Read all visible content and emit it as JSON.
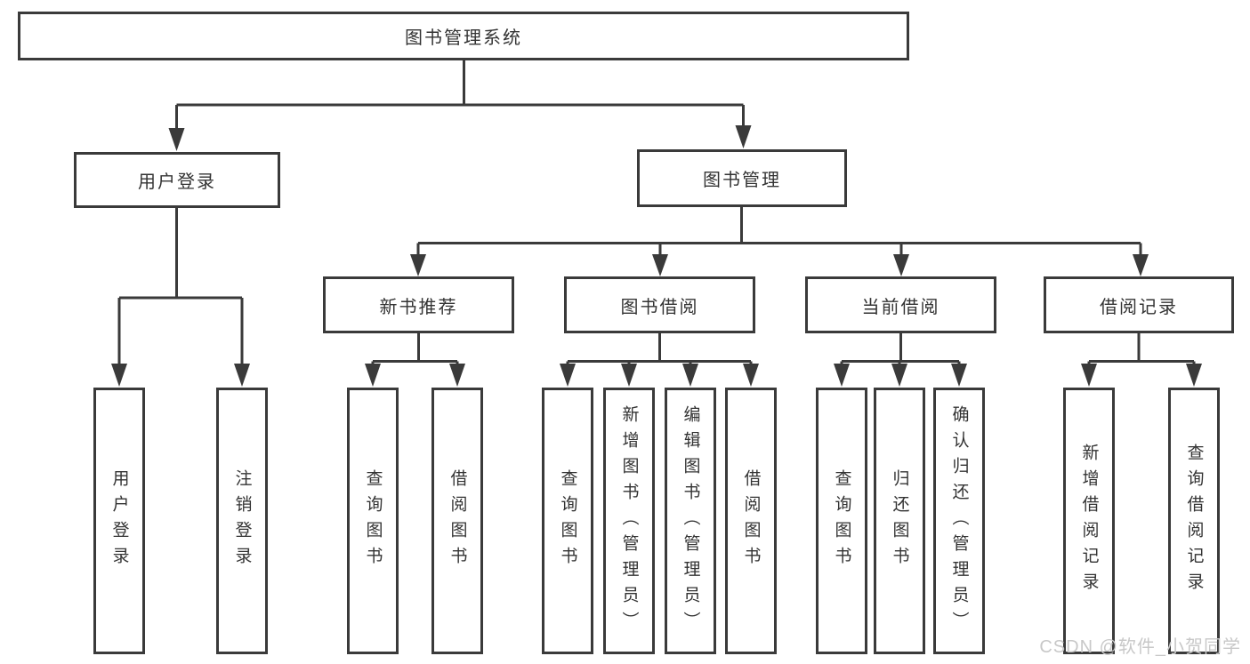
{
  "diagram": {
    "root": {
      "label": "图书管理系统"
    },
    "level2": [
      {
        "label": "用户登录"
      },
      {
        "label": "图书管理"
      }
    ],
    "level3": [
      {
        "label": "新书推荐"
      },
      {
        "label": "图书借阅"
      },
      {
        "label": "当前借阅"
      },
      {
        "label": "借阅记录"
      }
    ],
    "leaves": {
      "user_login": [
        {
          "label": "用户登录"
        },
        {
          "label": "注销登录"
        }
      ],
      "new_book": [
        {
          "label": "查询图书"
        },
        {
          "label": "借阅图书"
        }
      ],
      "book_borrow": [
        {
          "label": "查询图书"
        },
        {
          "label": "新增图书（管理员）"
        },
        {
          "label": "编辑图书（管理员）"
        },
        {
          "label": "借阅图书"
        }
      ],
      "current_borrow": [
        {
          "label": "查询图书"
        },
        {
          "label": "归还图书"
        },
        {
          "label": "确认归还（管理员）"
        }
      ],
      "borrow_records": [
        {
          "label": "新增借阅记录"
        },
        {
          "label": "查询借阅记录"
        }
      ]
    }
  },
  "watermark": {
    "text": "CSDN @软件_小贺同学"
  },
  "colors": {
    "line": "#3a3a3a",
    "text": "#333333",
    "box_bg": "#ffffff",
    "page_bg": "#ffffff",
    "watermark": "#c8c8c8"
  }
}
